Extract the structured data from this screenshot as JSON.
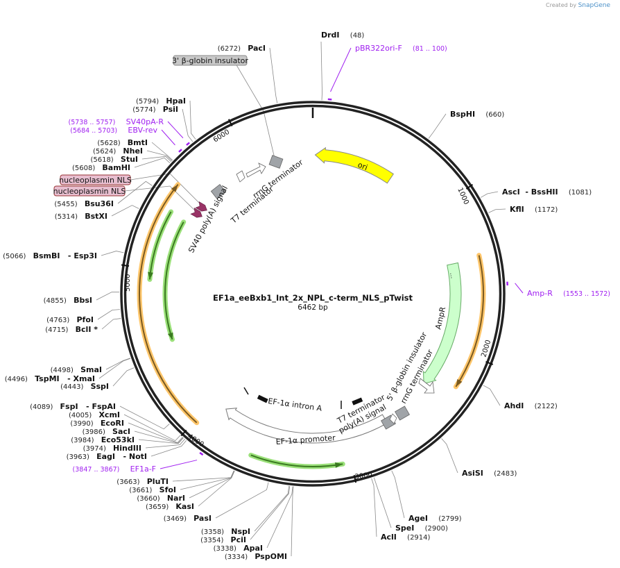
{
  "credit": {
    "prefix": "Created by",
    "brand": "SnapGene"
  },
  "plasmid": {
    "name": "EF1a_eeBxb1_Int_2x_NPL_c-term_NLS_pTwist",
    "length": "6462 bp",
    "total_bp": 6462
  },
  "ticks": [
    {
      "label": "1000",
      "bp": 1000
    },
    {
      "label": "2000",
      "bp": 2000
    },
    {
      "label": "3000",
      "bp": 3000
    },
    {
      "label": "4000",
      "bp": 4000
    },
    {
      "label": "5000",
      "bp": 5000
    },
    {
      "label": "6000",
      "bp": 6000
    }
  ],
  "enzymes": [
    {
      "name": "DrdI",
      "pos": "(48)",
      "bp": 48
    },
    {
      "name": "BspHI",
      "pos": "(660)",
      "bp": 660
    },
    {
      "name": "AscI  - BssHII",
      "pos": "(1081)",
      "bp": 1081
    },
    {
      "name": "KflI",
      "pos": "(1172)",
      "bp": 1172
    },
    {
      "name": "AhdI",
      "pos": "(2122)",
      "bp": 2122
    },
    {
      "name": "AsiSI",
      "pos": "(2483)",
      "bp": 2483
    },
    {
      "name": "AgeI",
      "pos": "(2799)",
      "bp": 2799
    },
    {
      "name": "SpeI",
      "pos": "(2900)",
      "bp": 2900
    },
    {
      "name": "AclI",
      "pos": "(2914)",
      "bp": 2914
    },
    {
      "name": "NspI",
      "pos": "(3358)",
      "bp": 3358
    },
    {
      "name": "PciI",
      "pos": "(3354)",
      "bp": 3354
    },
    {
      "name": "ApaI",
      "pos": "(3338)",
      "bp": 3338
    },
    {
      "name": "PspOMI",
      "pos": "(3334)",
      "bp": 3334
    },
    {
      "name": "PasI",
      "pos": "(3469)",
      "bp": 3469
    },
    {
      "name": "KasI",
      "pos": "(3659)",
      "bp": 3659
    },
    {
      "name": "NarI",
      "pos": "(3660)",
      "bp": 3660
    },
    {
      "name": "SfoI",
      "pos": "(3661)",
      "bp": 3661
    },
    {
      "name": "PluTI",
      "pos": "(3663)",
      "bp": 3663
    },
    {
      "name": "EagI   - NotI",
      "pos": "(3963)",
      "bp": 3963
    },
    {
      "name": "HindIII",
      "pos": "(3974)",
      "bp": 3974
    },
    {
      "name": "Eco53kI",
      "pos": "(3984)",
      "bp": 3984
    },
    {
      "name": "SacI",
      "pos": "(3986)",
      "bp": 3986
    },
    {
      "name": "EcoRI",
      "pos": "(3990)",
      "bp": 3990
    },
    {
      "name": "XcmI",
      "pos": "(4005)",
      "bp": 4005
    },
    {
      "name": "FspI   - FspAI",
      "pos": "(4089)",
      "bp": 4089
    },
    {
      "name": "SspI",
      "pos": "(4443)",
      "bp": 4443
    },
    {
      "name": "TspMI   - XmaI",
      "pos": "(4496)",
      "bp": 4496
    },
    {
      "name": "SmaI",
      "pos": "(4498)",
      "bp": 4498
    },
    {
      "name": "BclI *",
      "pos": "(4715)",
      "bp": 4715
    },
    {
      "name": "PfoI",
      "pos": "(4763)",
      "bp": 4763
    },
    {
      "name": "BbsI",
      "pos": "(4855)",
      "bp": 4855
    },
    {
      "name": "BsmBI   - Esp3I",
      "pos": "(5066)",
      "bp": 5066
    },
    {
      "name": "BstXI",
      "pos": "(5314)",
      "bp": 5314
    },
    {
      "name": "Bsu36I",
      "pos": "(5455)",
      "bp": 5455
    },
    {
      "name": "BamHI",
      "pos": "(5608)",
      "bp": 5608
    },
    {
      "name": "StuI",
      "pos": "(5618)",
      "bp": 5618
    },
    {
      "name": "NheI",
      "pos": "(5624)",
      "bp": 5624
    },
    {
      "name": "BmtI",
      "pos": "(5628)",
      "bp": 5628
    },
    {
      "name": "PsiI",
      "pos": "(5774)",
      "bp": 5774
    },
    {
      "name": "HpaI",
      "pos": "(5794)",
      "bp": 5794
    },
    {
      "name": "PacI",
      "pos": "(6272)",
      "bp": 6272
    }
  ],
  "primers": [
    {
      "name": "pBR322ori-F",
      "range": "(81 .. 100)",
      "bp": 90
    },
    {
      "name": "Amp-R",
      "range": "(1553 .. 1572)",
      "bp": 1562
    },
    {
      "name": "EF1a-F",
      "range": "(3847 .. 3867)",
      "bp": 3857
    },
    {
      "name": "EBV-rev",
      "range": "(5684 .. 5703)",
      "bp": 5693
    },
    {
      "name": "SV40pA-R",
      "range": "(5738 .. 5757)",
      "bp": 5747
    }
  ],
  "boxed_features": [
    {
      "name": "3' β-globin insulator",
      "color": "#c8c8c8"
    },
    {
      "name": "nucleoplasmin NLS",
      "color": "#e8bfd0"
    },
    {
      "name": "nucleoplasmin NLS",
      "color": "#e8bfd0"
    }
  ],
  "features": {
    "ori": "ori",
    "ampr": "AmpR",
    "ampr_promoter": "...",
    "ef1a_promoter": "EF-1α promoter",
    "ef1a_intron": "EF-1α intron A",
    "t7_term_bottom": "T7 terminator",
    "polya_bottom": "poly(A) signal",
    "beta_globin_5": "5' β-globin insulator",
    "rrng_bottom": "rrnG terminator",
    "sv40_polya": "SV40 poly(A) signal",
    "t7_term_top": "T7 terminator",
    "rrng_top": "rrnG terminator"
  },
  "colors": {
    "ori": "#ffff00",
    "ampr": "#ccffcc",
    "orf": "#ffc66b",
    "green": "#9be07a",
    "primer": "#a020f0",
    "nls": "#993366",
    "terminator": "#a0a4a8"
  }
}
